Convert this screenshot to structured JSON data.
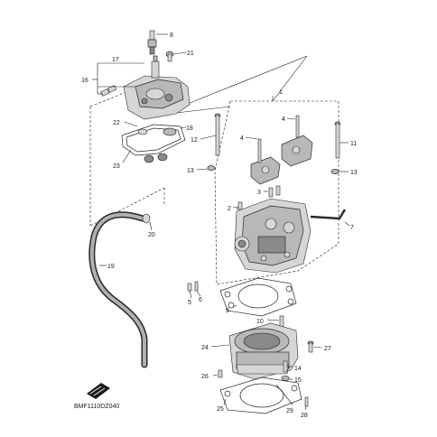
{
  "diagram": {
    "code": "BMF1110DZ040",
    "callouts": [
      {
        "id": "c1",
        "label": "1"
      },
      {
        "id": "c2",
        "label": "2"
      },
      {
        "id": "c3",
        "label": "3"
      },
      {
        "id": "c4a",
        "label": "4"
      },
      {
        "id": "c4b",
        "label": "4"
      },
      {
        "id": "c5",
        "label": "5"
      },
      {
        "id": "c6",
        "label": "6"
      },
      {
        "id": "c7",
        "label": "7"
      },
      {
        "id": "c8",
        "label": "8"
      },
      {
        "id": "c9",
        "label": "9"
      },
      {
        "id": "c10",
        "label": "10"
      },
      {
        "id": "c11",
        "label": "11"
      },
      {
        "id": "c12",
        "label": "12"
      },
      {
        "id": "c13a",
        "label": "13"
      },
      {
        "id": "c13b",
        "label": "13"
      },
      {
        "id": "c14",
        "label": "14"
      },
      {
        "id": "c15",
        "label": "15"
      },
      {
        "id": "c16",
        "label": "16"
      },
      {
        "id": "c17",
        "label": "17"
      },
      {
        "id": "c18",
        "label": "18"
      },
      {
        "id": "c19",
        "label": "19"
      },
      {
        "id": "c20",
        "label": "20"
      },
      {
        "id": "c21",
        "label": "21"
      },
      {
        "id": "c22",
        "label": "22"
      },
      {
        "id": "c23",
        "label": "23"
      },
      {
        "id": "c24",
        "label": "24"
      },
      {
        "id": "c25",
        "label": "25"
      },
      {
        "id": "c26",
        "label": "26"
      },
      {
        "id": "c27",
        "label": "27"
      },
      {
        "id": "c28",
        "label": "28"
      },
      {
        "id": "c29",
        "label": "29"
      }
    ]
  }
}
